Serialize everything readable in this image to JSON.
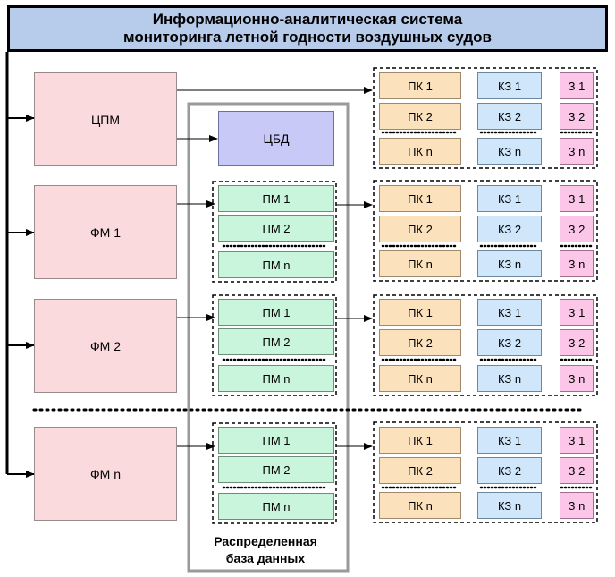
{
  "title": {
    "line1": "Информационно-аналитическая система",
    "line2": "мониторинга летной годности воздушных судов"
  },
  "modules": {
    "cpm": "ЦПМ",
    "fm1": "ФМ 1",
    "fm2": "ФМ 2",
    "fmn": "ФМ n"
  },
  "central_db": "ЦБД",
  "pm": {
    "pm1": "ПМ 1",
    "pm2": "ПМ 2",
    "pmn": "ПМ n"
  },
  "pk": {
    "pk1": "ПК 1",
    "pk2": "ПК 2",
    "pkn": "ПК n"
  },
  "kz": {
    "kz1": "КЗ 1",
    "kz2": "КЗ 2",
    "kzn": "КЗ n"
  },
  "z": {
    "z1": "З 1",
    "z2": "З 2",
    "zn": "З n"
  },
  "distributed_db": {
    "line1": "Распределенная",
    "line2": "база данных"
  }
}
